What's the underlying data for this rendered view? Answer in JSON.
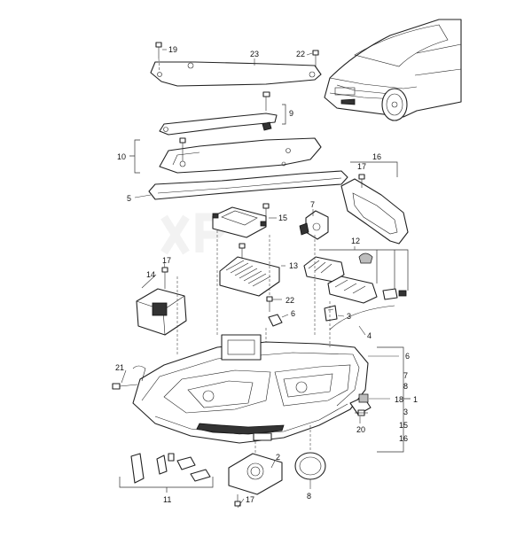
{
  "labels": {
    "l19": "19",
    "l23": "23",
    "l22a": "22",
    "l9": "9",
    "l10": "10",
    "l5": "5",
    "l15": "15",
    "l7": "7",
    "l16": "16",
    "l17a": "17",
    "l12": "12",
    "l13": "13",
    "l17b": "17",
    "l14": "14",
    "l22b": "22",
    "l6a": "6",
    "l3a": "3",
    "l4": "4",
    "l21": "21",
    "l6b": "6",
    "l7b": "7",
    "l8a": "8",
    "l18": "18",
    "l1": "1",
    "l3b": "3",
    "l15b": "15",
    "l16b": "16",
    "l20": "20",
    "l2": "2",
    "l11": "11",
    "l17c": "17",
    "l8b": "8"
  },
  "colors": {
    "line": "#222222",
    "fill": "#ffffff",
    "shade": "#bdbdbd"
  }
}
